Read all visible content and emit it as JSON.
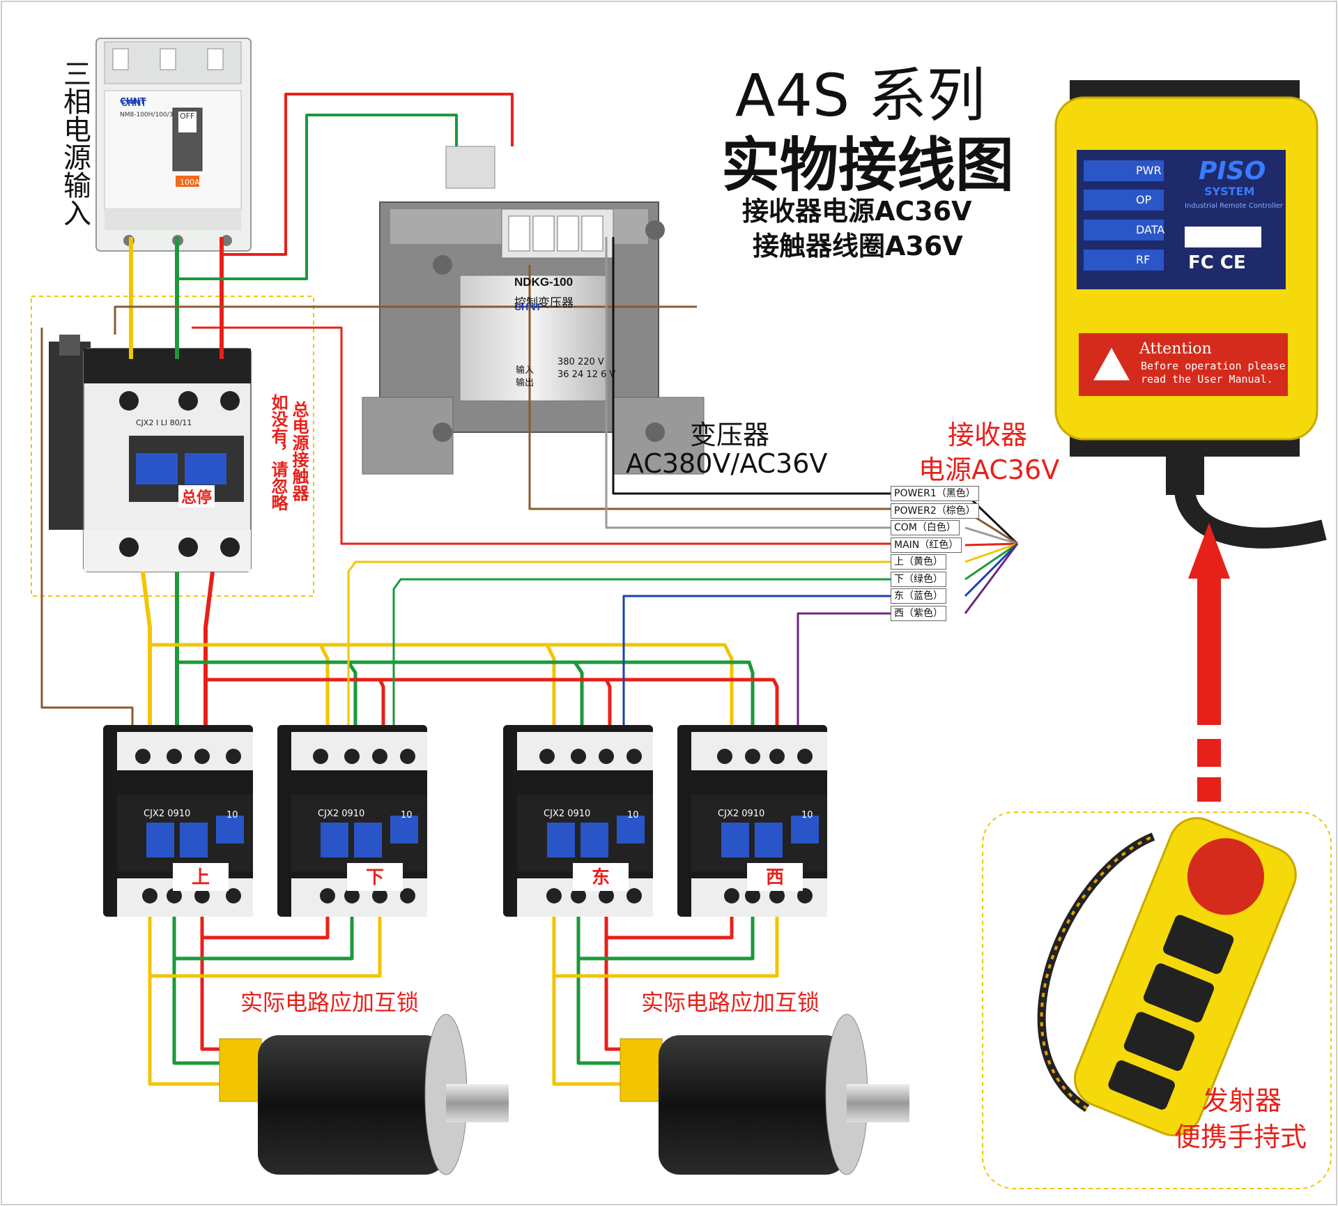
{
  "title_line1": "A4S 系列",
  "title_line2": "实物接线图",
  "subtitle_line1": "接收器电源AC36V",
  "subtitle_line2": "接触器线圈A36V",
  "three_phase_label": "三相电源输入",
  "main_contactor_note": "总电源接触器",
  "main_contactor_note2": "如没有，请忽略",
  "main_contactor_tag": "总停",
  "transformer_label": "变压器",
  "transformer_spec": "AC380V/AC36V",
  "receiver_label": "接收器",
  "receiver_power": "电源AC36V",
  "transmitter_label": "发射器",
  "transmitter_type": "便携手持式",
  "interlock_note_left": "实际电路应加互锁",
  "interlock_note_right": "实际电路应加互锁",
  "contactors": [
    "上",
    "下",
    "东",
    "西"
  ],
  "contactor_model": "CJX2 0910",
  "contactor_number": "10",
  "breaker": {
    "brand": "CHNT",
    "model": "NM8-100H/100/3",
    "rating": "100A",
    "state": "OFF"
  },
  "main_contactor_model": "CJX2 I LI 80/11",
  "transformer": {
    "brand": "CHNT",
    "model": "NDKG-100",
    "name": "控制变压器",
    "in_label": "输入",
    "in_values": "380 220 V",
    "out_label": "输出",
    "out_values": "36 24 12 6 V"
  },
  "receiver_panel": {
    "brand": "PISO",
    "system": "SYSTEM",
    "desc": "Industrial Remote Controller",
    "indicators": [
      "PWR",
      "OP",
      "DATA",
      "RF"
    ],
    "certs": "FC CE",
    "attention_title": "Attention",
    "attention_text1": "Before operation please",
    "attention_text2": "read the User Manual."
  },
  "wires": [
    {
      "label": "POWER1（黑色）",
      "color": "#111111"
    },
    {
      "label": "POWER2（棕色）",
      "color": "#8b5a2b"
    },
    {
      "label": "COM（白色）",
      "color": "#9a9a9a"
    },
    {
      "label": "MAIN（红色）",
      "color": "#e8201a"
    },
    {
      "label": "上（黄色）",
      "color": "#f2c500"
    },
    {
      "label": "下（绿色）",
      "color": "#1a9a3a"
    },
    {
      "label": "东（蓝色）",
      "color": "#1b3fb5"
    },
    {
      "label": "西（紫色）",
      "color": "#6a2a7a"
    }
  ],
  "colors": {
    "yellow": "#f2c500",
    "green": "#1a9a3a",
    "red": "#e8201a",
    "brown": "#8b5a2b",
    "receiver_yellow": "#f5d90a"
  }
}
